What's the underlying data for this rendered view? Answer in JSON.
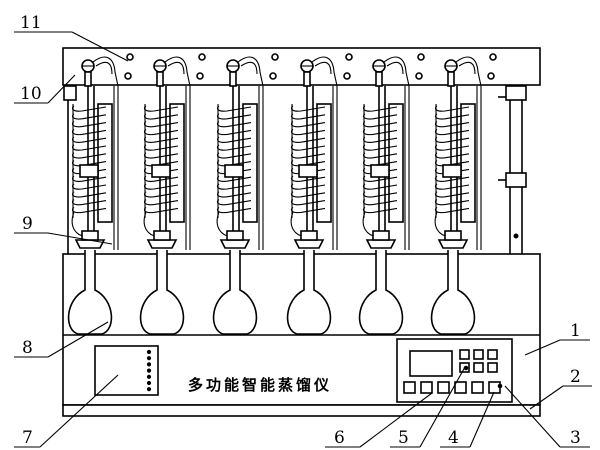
{
  "device_title": "多功能智能蒸馏仪",
  "callouts": [
    "1",
    "2",
    "3",
    "4",
    "5",
    "6",
    "7",
    "8",
    "9",
    "10",
    "11"
  ],
  "display_dots": 7,
  "button_rows": 2,
  "colors": {
    "line": "#000000",
    "background": "#ffffff"
  }
}
